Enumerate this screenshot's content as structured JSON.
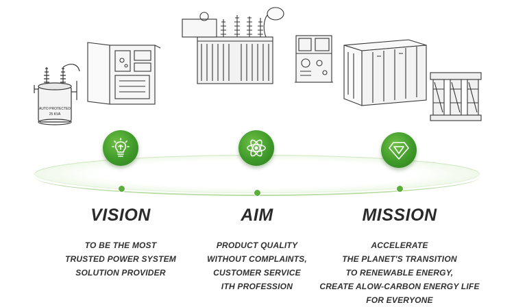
{
  "equipment": [
    {
      "name": "pole-mounted transformer",
      "icon": "pole-transformer-icon",
      "label": "AUTO PROTECTED 25 KVA"
    },
    {
      "name": "switchgear cabinet",
      "icon": "switchgear-cabinet-icon"
    },
    {
      "name": "oil-immersed power transformer",
      "icon": "power-transformer-icon"
    },
    {
      "name": "pad-mounted transformer",
      "icon": "pad-mounted-transformer-icon"
    },
    {
      "name": "prefabricated substation",
      "icon": "box-substation-icon"
    },
    {
      "name": "dry-type transformer",
      "icon": "dry-transformer-icon"
    }
  ],
  "pillars": [
    {
      "key": "vision",
      "icon": "lightbulb-icon",
      "title": "VISION",
      "lines": [
        "TO BE THE MOST",
        "TRUSTED POWER SYSTEM",
        "SOLUTION PROVIDER"
      ]
    },
    {
      "key": "aim",
      "icon": "atom-icon",
      "title": "AIM",
      "lines": [
        "PRODUCT QUALITY",
        "WITHOUT COMPLAINTS,",
        "CUSTOMER SERVICE",
        "ITH PROFESSION"
      ]
    },
    {
      "key": "mission",
      "icon": "diamond-icon",
      "title": "MISSION",
      "lines": [
        "ACCELERATE",
        "THE PLANET'S TRANSITION",
        "TO RENEWABLE ENERGY,",
        "CREATE ALOW-CARBON ENERGY LIFE",
        "FOR EVERYONE"
      ]
    }
  ],
  "colors": {
    "accent": "#4aa12e",
    "accent_dark": "#2e7d1e",
    "text": "#2a2a2a",
    "ring": "#d6ecc8"
  }
}
